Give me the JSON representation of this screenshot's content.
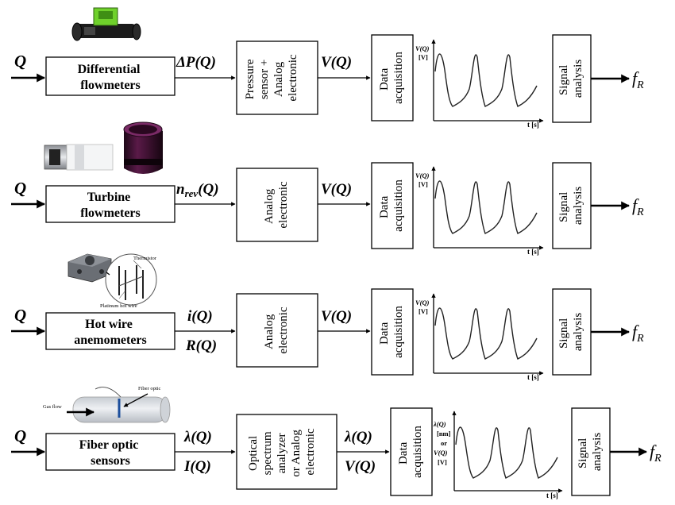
{
  "rows": [
    {
      "input": "Q",
      "sensor": [
        "Differential",
        "flowmeters"
      ],
      "signal": [
        "ΔP(Q)"
      ],
      "conditioner": [
        "Pressure",
        "sensor +",
        "Analog",
        "electronic"
      ],
      "output": [
        "V(Q)"
      ],
      "daq": [
        "Data",
        "acquisition"
      ],
      "ylabel": [
        "V(Q)",
        "[V]"
      ],
      "xlabel": "t [s]",
      "analysis": [
        "Signal",
        "analysis"
      ],
      "result": "f",
      "result_sub": "R"
    },
    {
      "input": "Q",
      "sensor": [
        "Turbine",
        "flowmeters"
      ],
      "signal": [
        "n_rev(Q)"
      ],
      "conditioner": [
        "Analog",
        "electronic"
      ],
      "output": [
        "V(Q)"
      ],
      "daq": [
        "Data",
        "acquisition"
      ],
      "ylabel": [
        "V(Q)",
        "[V]"
      ],
      "xlabel": "t [s]",
      "analysis": [
        "Signal",
        "analysis"
      ],
      "result": "f",
      "result_sub": "R"
    },
    {
      "input": "Q",
      "sensor": [
        "Hot wire",
        "anemometers"
      ],
      "signal": [
        "i(Q)",
        "R(Q)"
      ],
      "conditioner": [
        "Analog",
        "electronic"
      ],
      "output": [
        "V(Q)"
      ],
      "daq": [
        "Data",
        "acquisition"
      ],
      "ylabel": [
        "V(Q)",
        "[V]"
      ],
      "xlabel": "t [s]",
      "analysis": [
        "Signal",
        "analysis"
      ],
      "result": "f",
      "result_sub": "R"
    },
    {
      "input": "Q",
      "sensor": [
        "Fiber optic",
        "sensors"
      ],
      "signal": [
        "λ(Q)",
        "I(Q)"
      ],
      "conditioner": [
        "Optical",
        "spectrum",
        "analyzer",
        "or Analog",
        "electronic"
      ],
      "output": [
        "λ(Q)",
        "V(Q)"
      ],
      "daq": [
        "Data",
        "acquisition"
      ],
      "ylabel": [
        "λ(Q)",
        "[nm]",
        "or",
        "V(Q)",
        "[V]"
      ],
      "xlabel": "t [s]",
      "analysis": [
        "Signal",
        "analysis"
      ],
      "result": "f",
      "result_sub": "R"
    }
  ],
  "illustrations": {
    "hotwire_labels": [
      "Thermistor",
      "Platinum hot wire"
    ],
    "fiber_labels": [
      "Fiber optic",
      "Gas flow"
    ]
  },
  "colors": {
    "meter_green": "#6fd12b",
    "meter_dark": "#1b1b1b",
    "cup_purple": "#3a0f2e",
    "tube_grey": "#d9dde2"
  }
}
